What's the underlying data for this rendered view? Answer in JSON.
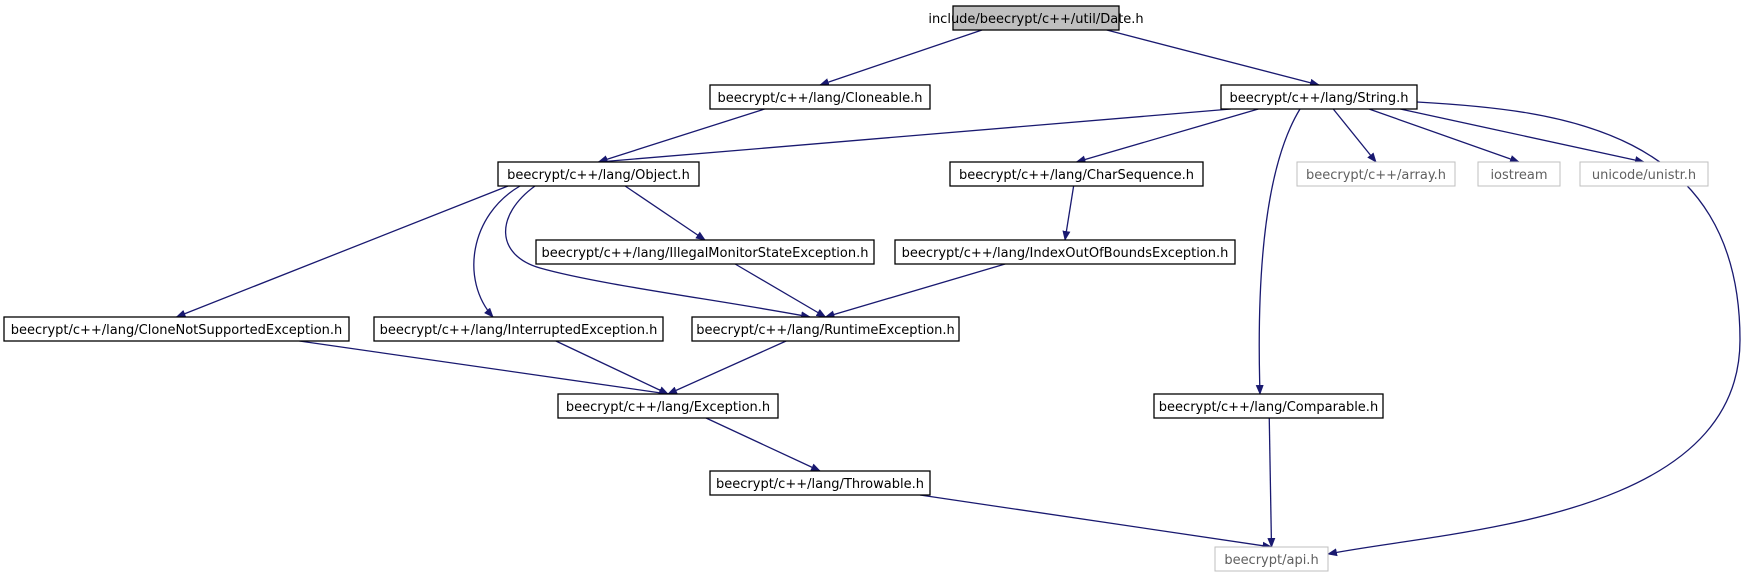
{
  "diagram": {
    "type": "include-dependency-graph",
    "nodes": [
      {
        "id": "date",
        "label": "include/beecrypt/c++/util/Date.h",
        "style": "root"
      },
      {
        "id": "cloneable",
        "label": "beecrypt/c++/lang/Cloneable.h",
        "style": "normal"
      },
      {
        "id": "string",
        "label": "beecrypt/c++/lang/String.h",
        "style": "normal"
      },
      {
        "id": "object",
        "label": "beecrypt/c++/lang/Object.h",
        "style": "normal"
      },
      {
        "id": "charseq",
        "label": "beecrypt/c++/lang/CharSequence.h",
        "style": "normal"
      },
      {
        "id": "array",
        "label": "beecrypt/c++/array.h",
        "style": "external"
      },
      {
        "id": "iostream",
        "label": "iostream",
        "style": "external"
      },
      {
        "id": "unistr",
        "label": "unicode/unistr.h",
        "style": "external"
      },
      {
        "id": "illegalmon",
        "label": "beecrypt/c++/lang/IllegalMonitorStateException.h",
        "style": "normal"
      },
      {
        "id": "indexoob",
        "label": "beecrypt/c++/lang/IndexOutOfBoundsException.h",
        "style": "normal"
      },
      {
        "id": "clonenot",
        "label": "beecrypt/c++/lang/CloneNotSupportedException.h",
        "style": "normal"
      },
      {
        "id": "interrupted",
        "label": "beecrypt/c++/lang/InterruptedException.h",
        "style": "normal"
      },
      {
        "id": "runtime",
        "label": "beecrypt/c++/lang/RuntimeException.h",
        "style": "normal"
      },
      {
        "id": "exception",
        "label": "beecrypt/c++/lang/Exception.h",
        "style": "normal"
      },
      {
        "id": "comparable",
        "label": "beecrypt/c++/lang/Comparable.h",
        "style": "normal"
      },
      {
        "id": "throwable",
        "label": "beecrypt/c++/lang/Throwable.h",
        "style": "normal"
      },
      {
        "id": "api",
        "label": "beecrypt/api.h",
        "style": "external"
      }
    ],
    "edges": [
      [
        "date",
        "cloneable"
      ],
      [
        "date",
        "string"
      ],
      [
        "cloneable",
        "object"
      ],
      [
        "string",
        "object"
      ],
      [
        "string",
        "charseq"
      ],
      [
        "string",
        "array"
      ],
      [
        "string",
        "iostream"
      ],
      [
        "string",
        "unistr"
      ],
      [
        "string",
        "comparable"
      ],
      [
        "string",
        "api"
      ],
      [
        "object",
        "illegalmon"
      ],
      [
        "object",
        "clonenot"
      ],
      [
        "object",
        "interrupted"
      ],
      [
        "object",
        "runtime"
      ],
      [
        "charseq",
        "indexoob"
      ],
      [
        "illegalmon",
        "runtime"
      ],
      [
        "indexoob",
        "runtime"
      ],
      [
        "clonenot",
        "exception"
      ],
      [
        "interrupted",
        "exception"
      ],
      [
        "runtime",
        "exception"
      ],
      [
        "exception",
        "throwable"
      ],
      [
        "throwable",
        "api"
      ],
      [
        "comparable",
        "api"
      ]
    ],
    "colors": {
      "edge": "#191970",
      "root_fill": "#bfbfbf",
      "external_border": "#bfbfbf"
    }
  }
}
